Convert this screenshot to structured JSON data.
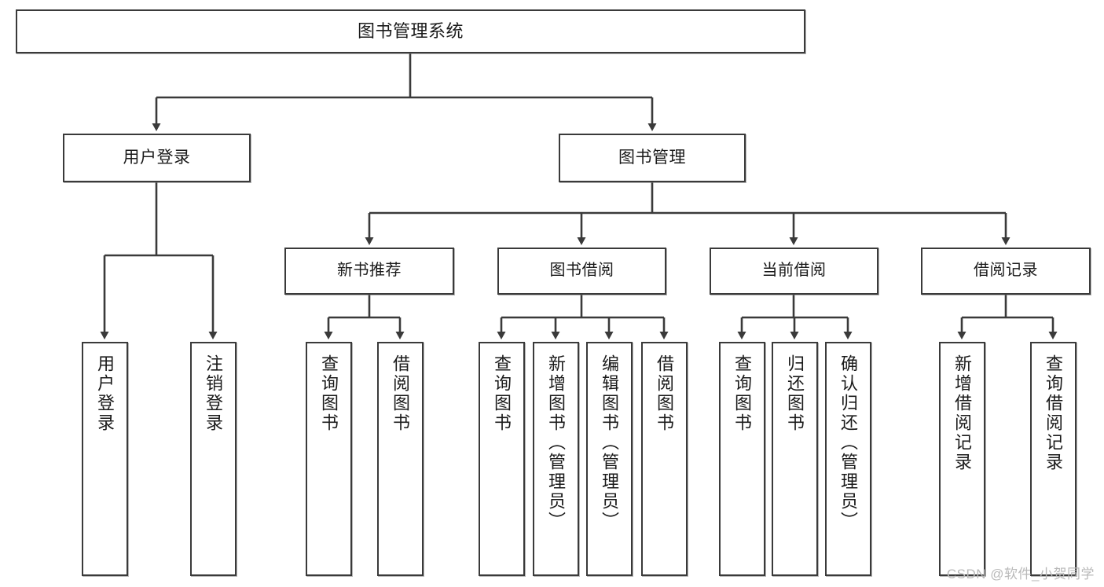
{
  "diagram": {
    "title": "图书管理系统",
    "type": "tree-hierarchy-diagram",
    "colors": {
      "box_border": "#3a3a3a",
      "box_fill": "#ffffff",
      "connector": "#3a3a3a",
      "text": "#1a1a1a",
      "watermark": "#b9b9b9"
    },
    "root": {
      "label": "图书管理系统"
    },
    "level2": [
      {
        "label": "用户登录"
      },
      {
        "label": "图书管理"
      }
    ],
    "level3": [
      {
        "label": "新书推荐"
      },
      {
        "label": "图书借阅"
      },
      {
        "label": "当前借阅"
      },
      {
        "label": "借阅记录"
      }
    ],
    "leaves": {
      "user_login": [
        {
          "label": "用户登录"
        },
        {
          "label": "注销登录"
        }
      ],
      "new_book_recommend": [
        {
          "label": "查询图书"
        },
        {
          "label": "借阅图书"
        }
      ],
      "book_borrow": [
        {
          "label": "查询图书"
        },
        {
          "label": "新增图书（管理员）"
        },
        {
          "label": "编辑图书（管理员）"
        },
        {
          "label": "借阅图书"
        }
      ],
      "current_borrow": [
        {
          "label": "查询图书"
        },
        {
          "label": "归还图书"
        },
        {
          "label": "确认归还（管理员）"
        }
      ],
      "borrow_record": [
        {
          "label": "新增借阅记录"
        },
        {
          "label": "查询借阅记录"
        }
      ]
    }
  },
  "watermark": {
    "text": "CSDN @软件_小贺同学"
  }
}
